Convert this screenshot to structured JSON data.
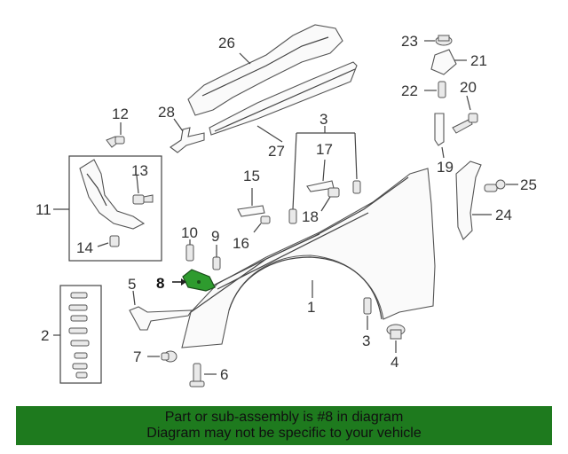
{
  "callouts": {
    "c1": "1",
    "c2": "2",
    "c3a": "3",
    "c3b": "3",
    "c4": "4",
    "c5": "5",
    "c6": "6",
    "c7": "7",
    "c8": "8",
    "c9": "9",
    "c10": "10",
    "c11": "11",
    "c12": "12",
    "c13": "13",
    "c14": "14",
    "c15": "15",
    "c16": "16",
    "c17": "17",
    "c18": "18",
    "c19": "19",
    "c20": "20",
    "c21": "21",
    "c22": "22",
    "c23": "23",
    "c24": "24",
    "c25": "25",
    "c26": "26",
    "c27": "27",
    "c28": "28"
  },
  "highlight_part": "8",
  "banner": {
    "line1": "Part or sub-assembly is #8 in diagram",
    "line2": "Diagram may not be specific to your vehicle"
  },
  "colors": {
    "banner_bg": "#1e7a1e",
    "highlight": "#2e9b2e"
  }
}
